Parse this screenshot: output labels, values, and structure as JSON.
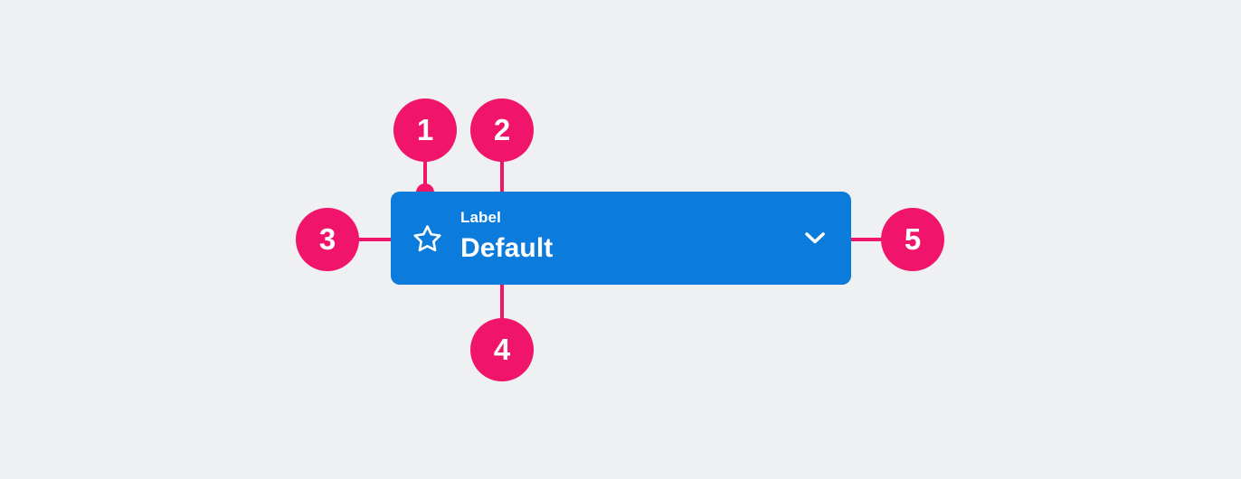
{
  "canvas": {
    "background_color": "#eff0f1",
    "accent_color": "#f0156b",
    "field_color": "#0b7bdc",
    "text_color": "#ffffff"
  },
  "field": {
    "label": "Label",
    "value": "Default",
    "leading_icon": "star-icon",
    "trailing_icon": "chevron-down-icon"
  },
  "callouts": [
    {
      "number": "1",
      "target": "field-container-top-edge"
    },
    {
      "number": "2",
      "target": "field-label-text"
    },
    {
      "number": "3",
      "target": "field-leading-star-icon"
    },
    {
      "number": "4",
      "target": "field-value-text"
    },
    {
      "number": "5",
      "target": "field-trailing-chevron-icon"
    }
  ]
}
